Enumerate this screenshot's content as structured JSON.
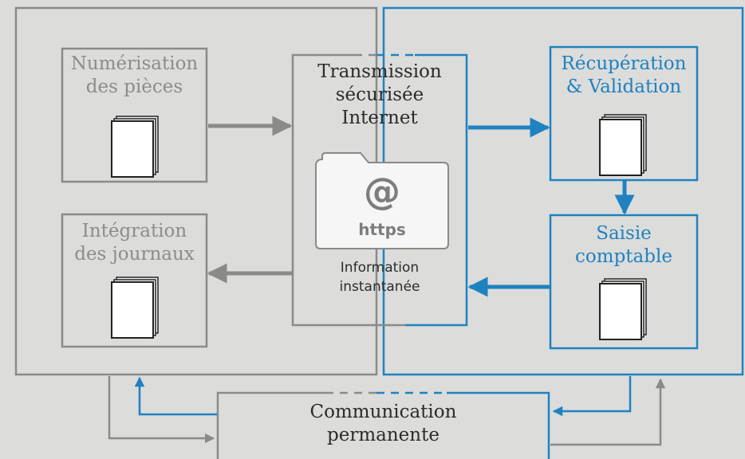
{
  "boxes": {
    "scan": {
      "line1": "Numérisation",
      "line2": "des pièces"
    },
    "integration": {
      "line1": "Intégration",
      "line2": "des journaux"
    },
    "transmission": {
      "line1": "Transmission",
      "line2": "sécurisée",
      "line3": "Internet",
      "icon_symbol": "@",
      "icon_label": "https",
      "info_line1": "Information",
      "info_line2": "instantanée"
    },
    "recovery": {
      "line1": "Récupération",
      "line2": "& Validation"
    },
    "entry": {
      "line1": "Saisie",
      "line2": "comptable"
    },
    "communication": {
      "line1": "Communication",
      "line2": "permanente"
    }
  },
  "icons": {
    "document": "document-stack-icon",
    "folder": "folder-icon"
  },
  "colors": {
    "background": "#dcdcdb",
    "grey_line": "#8a8a8a",
    "blue_line": "#1f82c0",
    "dark_text": "#2b2b2b"
  }
}
